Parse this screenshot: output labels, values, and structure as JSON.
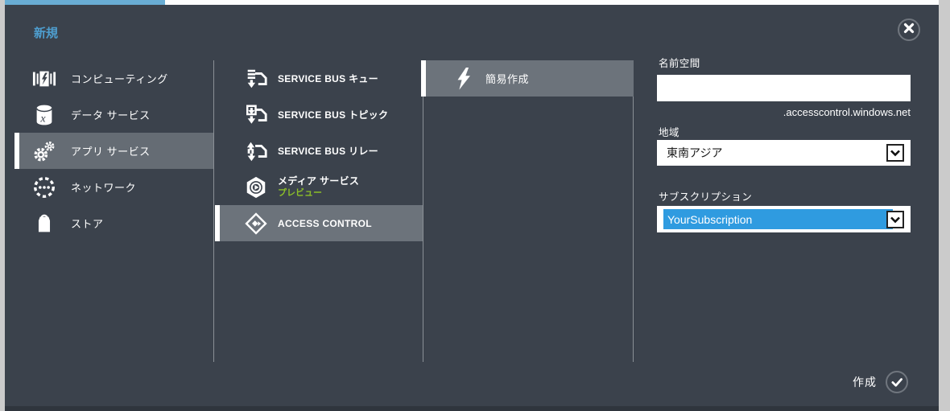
{
  "dialog": {
    "title": "新規"
  },
  "categories": [
    {
      "label": "コンピューティング",
      "icon": "computing-icon",
      "selected": false
    },
    {
      "label": "データ サービス",
      "icon": "data-services-icon",
      "selected": false
    },
    {
      "label": "アプリ サービス",
      "icon": "app-services-icon",
      "selected": true
    },
    {
      "label": "ネットワーク",
      "icon": "network-icon",
      "selected": false
    },
    {
      "label": "ストア",
      "icon": "store-icon",
      "selected": false
    }
  ],
  "services": [
    {
      "label": "SERVICE BUS キュー",
      "icon": "service-bus-queue-icon",
      "selected": false
    },
    {
      "label": "SERVICE BUS トピック",
      "icon": "service-bus-topic-icon",
      "selected": false
    },
    {
      "label": "SERVICE BUS リレー",
      "icon": "service-bus-relay-icon",
      "selected": false
    },
    {
      "label": "メディア サービス",
      "badge": "プレビュー",
      "icon": "media-services-icon",
      "selected": false
    },
    {
      "label": "ACCESS CONTROL",
      "icon": "access-control-icon",
      "selected": true
    }
  ],
  "creation_modes": [
    {
      "label": "簡易作成",
      "icon": "lightning-icon",
      "selected": true
    }
  ],
  "form": {
    "namespace": {
      "label": "名前空間",
      "value": "",
      "suffix": ".accesscontrol.windows.net"
    },
    "region": {
      "label": "地域",
      "value": "東南アジア"
    },
    "subscription": {
      "label": "サブスクリプション",
      "value": "YourSubscription"
    }
  },
  "footer": {
    "create_label": "作成"
  },
  "colors": {
    "top_accent_blue": "#69ADD4",
    "title_blue": "#4E9ECF",
    "selection_blue": "#2F9BE0",
    "preview_green": "#8CBE29",
    "dialog_bg": "#3B424C",
    "highlight_gray": "#6C737B"
  }
}
